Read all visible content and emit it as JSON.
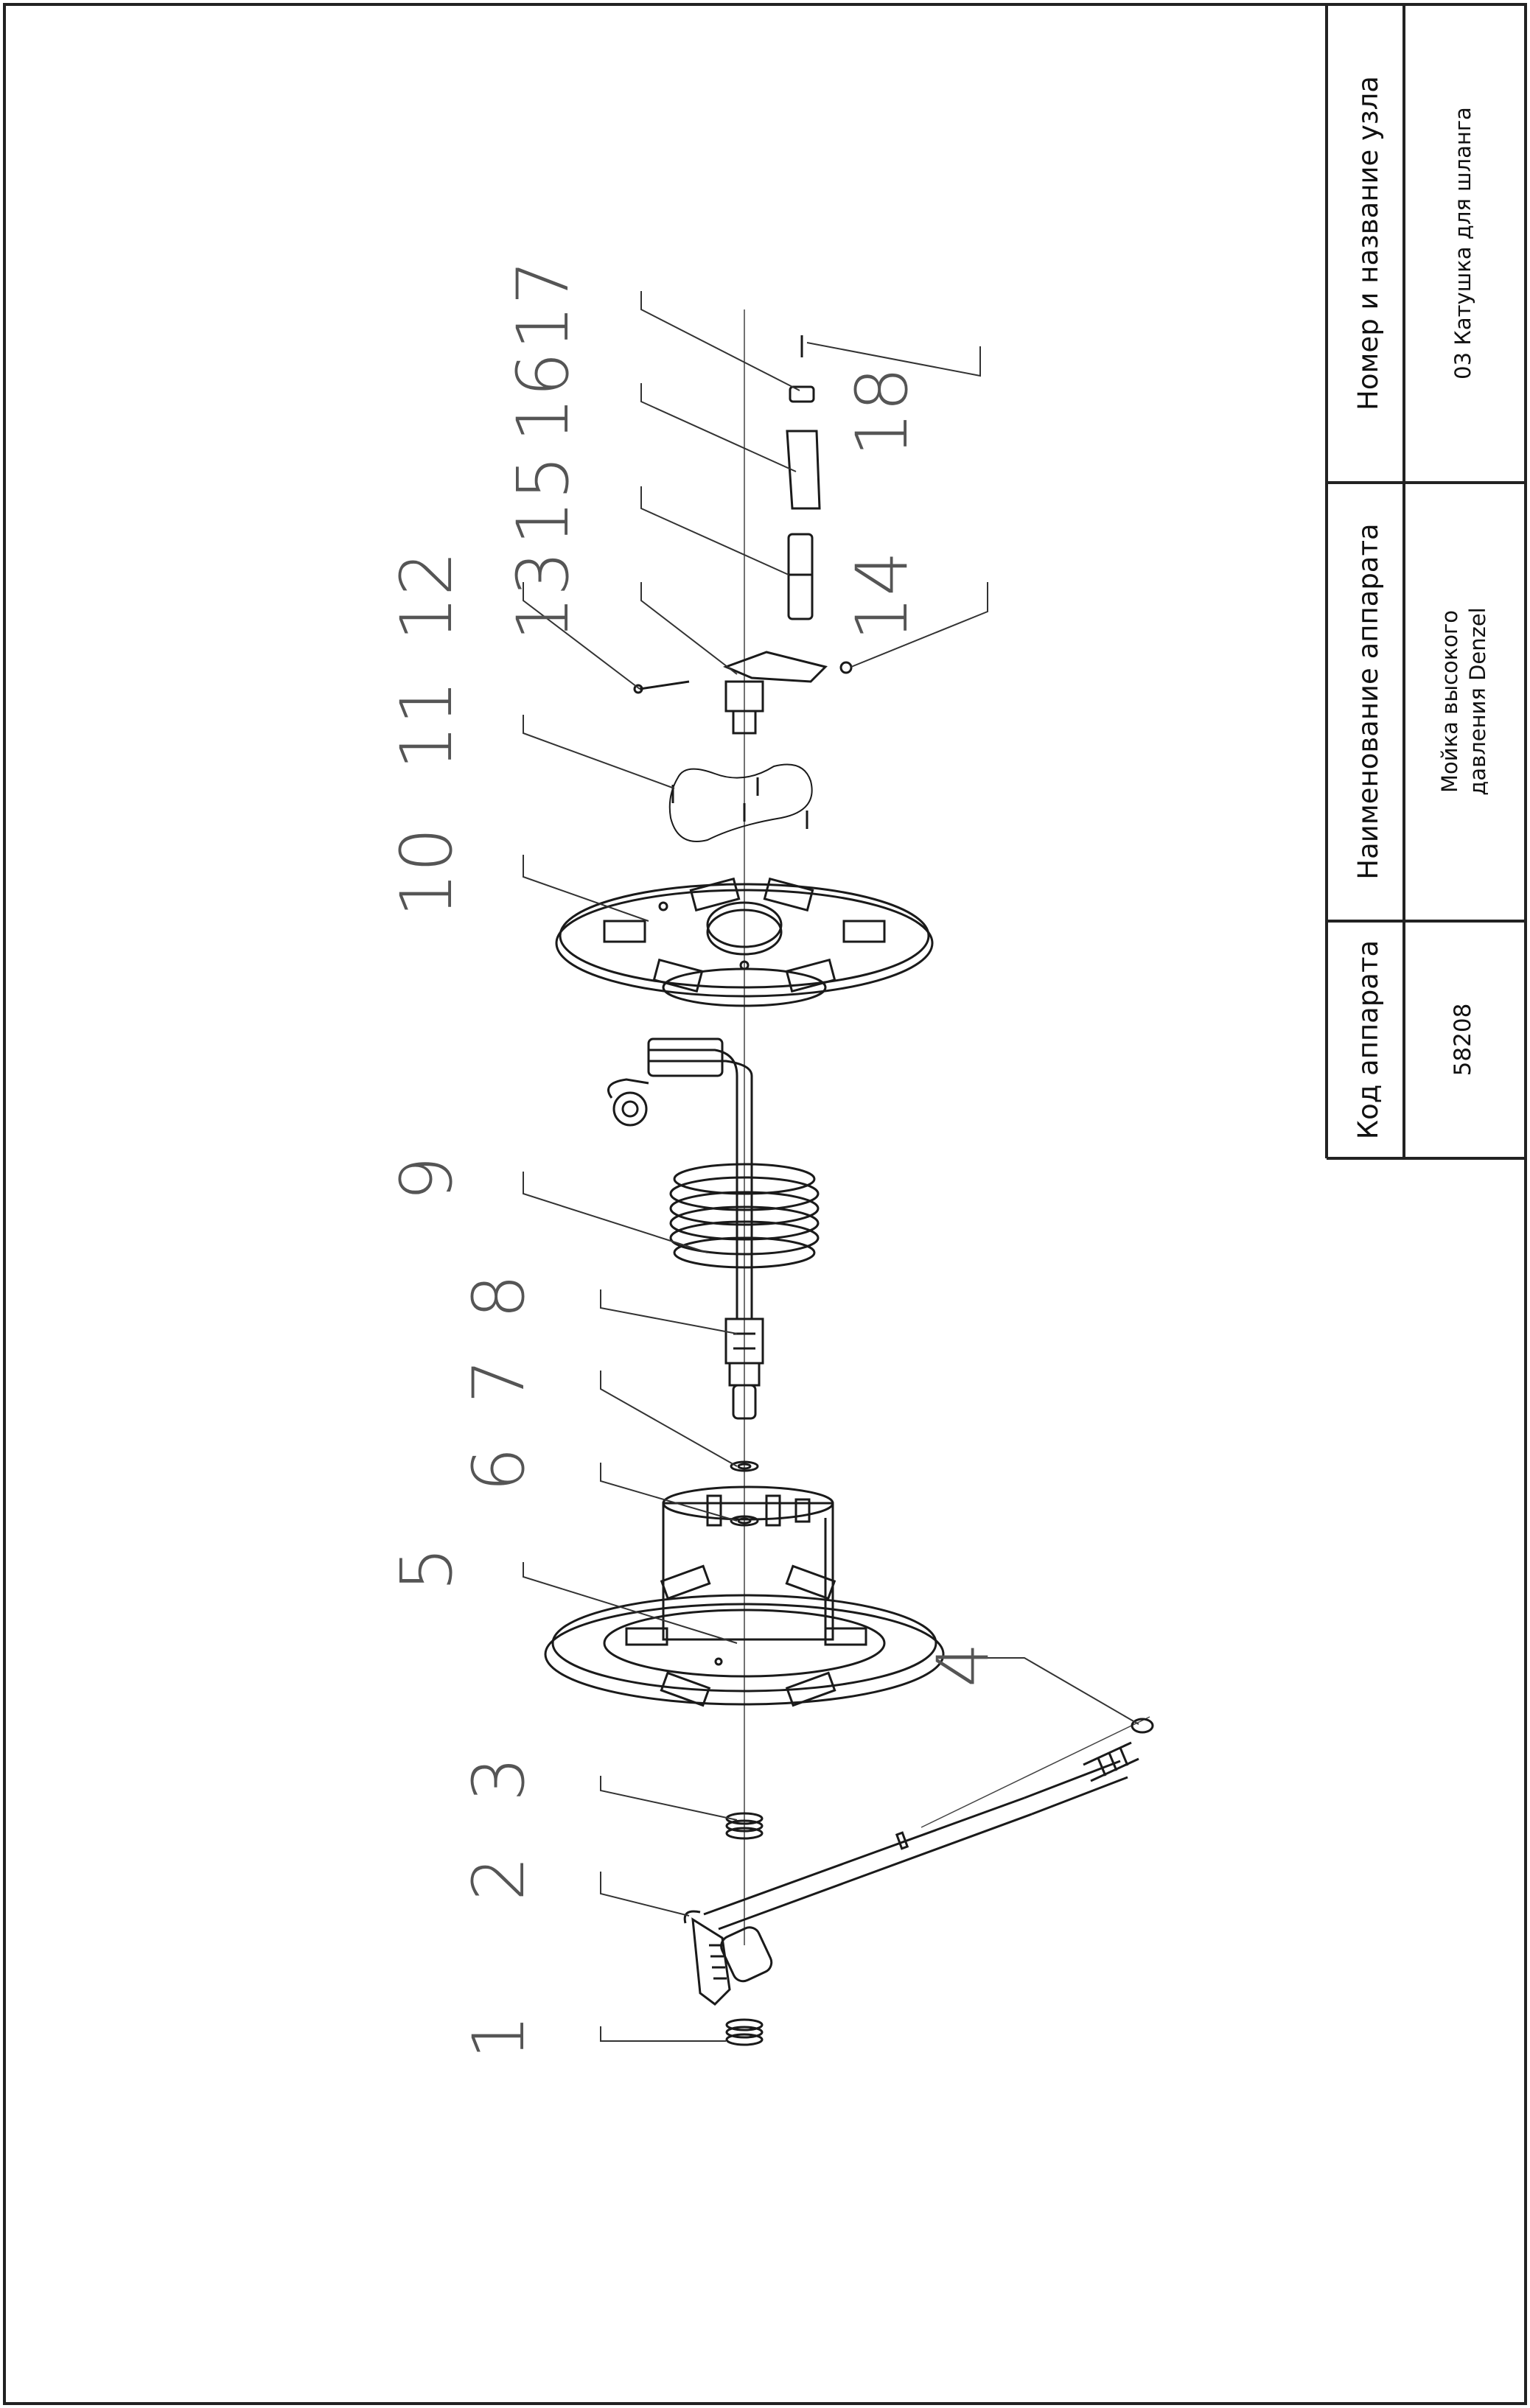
{
  "title_block": {
    "col_code": {
      "header": "Код аппарата",
      "value": "58208"
    },
    "col_device": {
      "header": "Наименование аппарата",
      "value_line1": "Мойка высокого",
      "value_line2": "давления Denzel"
    },
    "col_unit": {
      "header": "Номер и название узла",
      "value": "03 Катушка для шланга"
    }
  },
  "callouts": [
    "1",
    "2",
    "3",
    "4",
    "5",
    "6",
    "7",
    "8",
    "9",
    "10",
    "11",
    "12",
    "13",
    "14",
    "15",
    "16",
    "17",
    "18"
  ],
  "colors": {
    "line": "#1a1a1a",
    "callout": "#555555",
    "paper": "#ffffff"
  }
}
